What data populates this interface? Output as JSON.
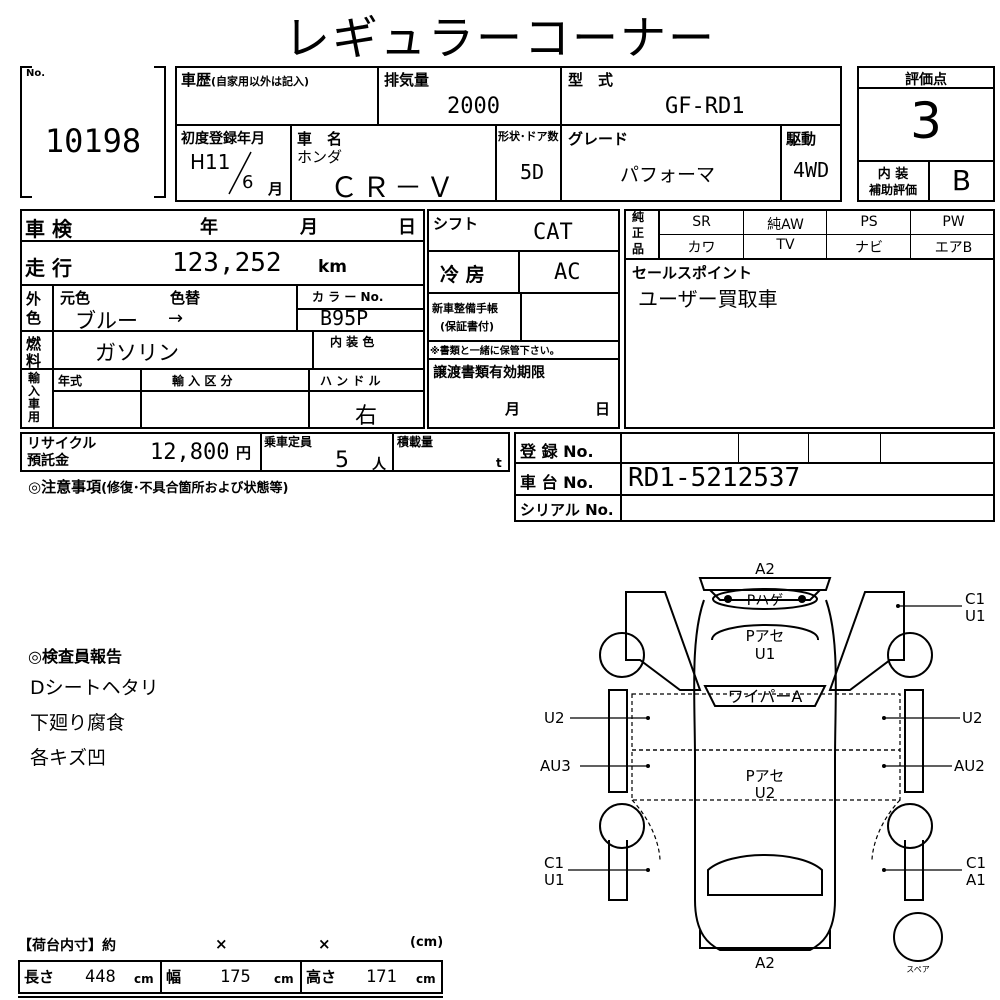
{
  "header": {
    "title": "レギュラーコーナー"
  },
  "lot": {
    "label": "No.",
    "number": "10198"
  },
  "history": {
    "label": "車歴",
    "note": "(自家用以外は記入)",
    "displacement_label": "排気量",
    "displacement": "2000",
    "model_label": "型　式",
    "model": "GF-RD1"
  },
  "registration": {
    "label": "初度登録年月",
    "era_year": "H11",
    "month": "6",
    "month_unit": "月",
    "name_label": "車　名",
    "maker": "ホンダ",
    "model_name": "ＣＲ－Ｖ",
    "shape_label": "形状･ドア数",
    "shape": "5D",
    "grade_label": "グレード",
    "grade": "パフォーマ",
    "drive_label": "駆動",
    "drive": "4WD"
  },
  "rating": {
    "score_label": "評価点",
    "score": "3",
    "interior_label_1": "内 装",
    "interior_label_2": "補助評価",
    "interior": "B"
  },
  "inspection": {
    "label": "車 検",
    "year_unit": "年",
    "month_unit": "月",
    "day_unit": "日"
  },
  "mileage": {
    "label": "走 行",
    "value": "123,252",
    "unit": "km"
  },
  "color": {
    "side_1": "外",
    "side_2": "色",
    "orig_label": "元色",
    "change_label": "色替",
    "orig": "ブルー",
    "arrow": "→",
    "code_label": "カ ラ ー No.",
    "code": "B95P"
  },
  "fuel": {
    "side_1": "燃",
    "side_2": "料",
    "value": "ガソリン",
    "interior_color_label": "内 装 色"
  },
  "import": {
    "side": [
      "輸",
      "入",
      "車",
      "用"
    ],
    "year_label": "年式",
    "category_label": "輸 入 区 分",
    "handle_label": "ハ ン ド ル",
    "handle": "右"
  },
  "transmission": {
    "label": "シフト",
    "value": "CAT"
  },
  "aircon": {
    "label": "冷 房",
    "value": "AC"
  },
  "manual": {
    "label_1": "新車整備手帳",
    "label_2": "(保証書付)",
    "note": "※書類と一緒に保管下さい。"
  },
  "transfer": {
    "label": "譲渡書類有効期限",
    "month_unit": "月",
    "day_unit": "日"
  },
  "equipment": {
    "side": [
      "純",
      "正",
      "品"
    ],
    "row1": [
      "SR",
      "純AW",
      "PS",
      "PW"
    ],
    "row2": [
      "カワ",
      "TV",
      "ナビ",
      "エアB"
    ]
  },
  "sales": {
    "label": "セールスポイント",
    "text": "ユーザー買取車"
  },
  "recycle": {
    "label_1": "リサイクル",
    "label_2": "預託金",
    "value": "12,800",
    "unit": "円",
    "capacity_label": "乗車定員",
    "capacity": "5",
    "capacity_unit": "人",
    "load_label": "積載量",
    "load_unit": "t"
  },
  "numbers": {
    "reg_label": "登 録 No.",
    "chassis_label": "車 台 No.",
    "chassis": "RD1-5212537",
    "serial_label": "シリアル No."
  },
  "notes": {
    "label": "◎注意事項",
    "sub": "(修復･不具合箇所および状態等)"
  },
  "report": {
    "title": "◎検査員報告",
    "lines": [
      "Dシートヘタリ",
      "下廻り腐食",
      "各キズ凹"
    ]
  },
  "diagram": {
    "top": "A2",
    "bottom": "A2",
    "plate": "Pハゲ",
    "hood": "Pアセ",
    "hood_code": "U1",
    "wiper": "ワイパーA",
    "roof": "Pアセ",
    "roof_code": "U2",
    "rf_1": "C1",
    "rf_2": "U1",
    "left_door_1": "U2",
    "left_door_2": "AU3",
    "right_door_1": "U2",
    "right_door_2": "AU2",
    "lr_1": "C1",
    "lr_2": "U1",
    "rr_1": "C1",
    "rr_2": "A1",
    "spare": "スペア"
  },
  "cargo": {
    "title": "【荷台内寸】約",
    "x1": "×",
    "x2": "×",
    "unit": "(cm)",
    "length_label": "長さ",
    "length": "448",
    "width_label": "幅",
    "width": "175",
    "height_label": "高さ",
    "height": "171",
    "cm": "cm"
  }
}
